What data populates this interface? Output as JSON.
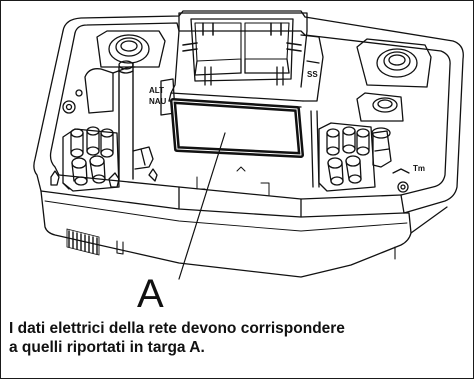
{
  "figure": {
    "callout_letter": "A",
    "caption_line_1": "I dati elettrici della rete devono corrispondere",
    "caption_line_2": "a quelli riportati in targa A.",
    "label_alt": "ALT",
    "label_nav": "NAU",
    "label_ss": "SS",
    "label_tm": "Tm"
  }
}
